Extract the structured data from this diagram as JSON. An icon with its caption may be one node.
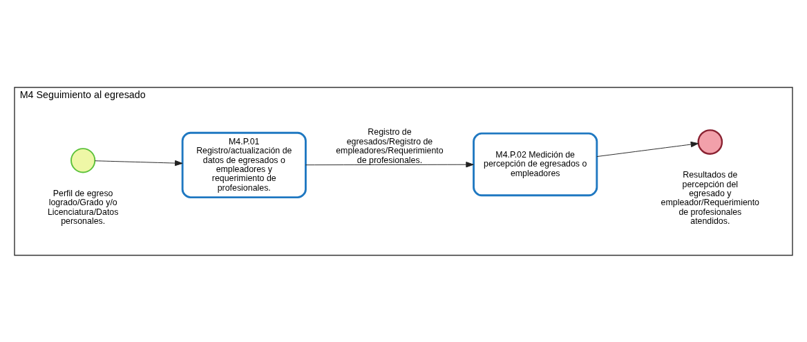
{
  "diagram": {
    "nodes": [
      {
        "text": [
          "M4 Seguimiento al egresado"
        ]
      },
      {
        "text": [],
        "shape": "circle",
        "in": 0,
        "beside": [
          "Perfil de egreso logrado/Grado y/o Licenciatura/Datos personales."
        ]
      },
      {
        "text": [
          "M4.P.01 Registro/actualización de datos de egresados o empleadores y requerimiento de profesionales."
        ],
        "in": 0
      },
      {
        "text": [
          "M4.P.02 Medición de percepción de egresados o empleadores"
        ],
        "in": 0
      },
      {
        "text": [],
        "shape": "circle",
        "in": 0,
        "beside": [
          "Resultados de percepción del egresado y empleador/Requerimiento de profesionales atendidos."
        ]
      }
    ],
    "edges": [
      {
        "from": 1,
        "to": 2,
        "arrow": "to"
      },
      {
        "from": 2,
        "to": 3,
        "arrow": "to",
        "label": "Registro de egresados/Registro de empleadores/Requerimiento de profesionales."
      },
      {
        "from": 3,
        "to": 4,
        "arrow": "to"
      }
    ]
  }
}
